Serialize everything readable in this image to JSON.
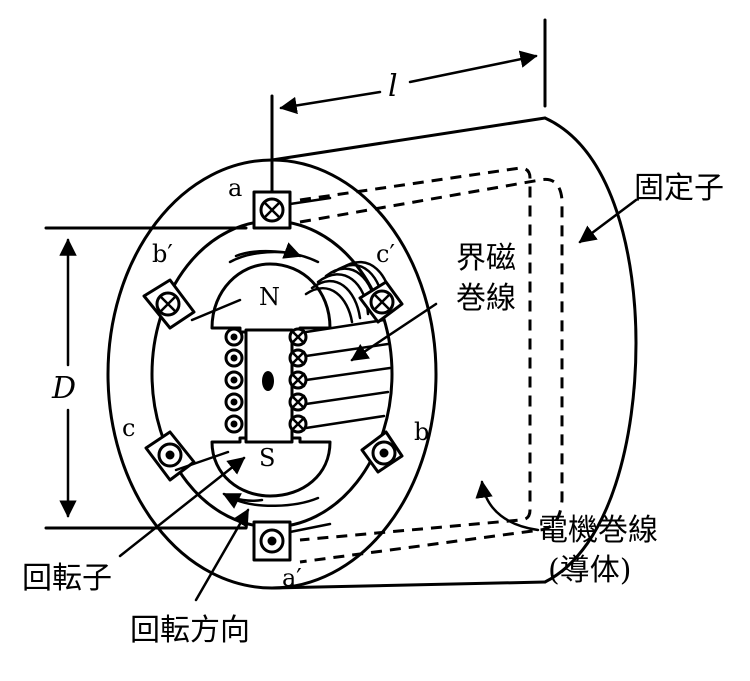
{
  "labels": {
    "length": "l",
    "diameter": "D",
    "stator": "固定子",
    "field_winding_line1": "界磁",
    "field_winding_line2": "巻線",
    "armature_winding_line1": "電機巻線",
    "armature_winding_line2": "(導体)",
    "rotor": "回転子",
    "rotation_direction": "回転方向",
    "pole_north": "N",
    "pole_south": "S",
    "slot_a": "a",
    "slot_a_prime": "a′",
    "slot_b": "b",
    "slot_b_prime": "b′",
    "slot_c": "c",
    "slot_c_prime": "c′"
  }
}
